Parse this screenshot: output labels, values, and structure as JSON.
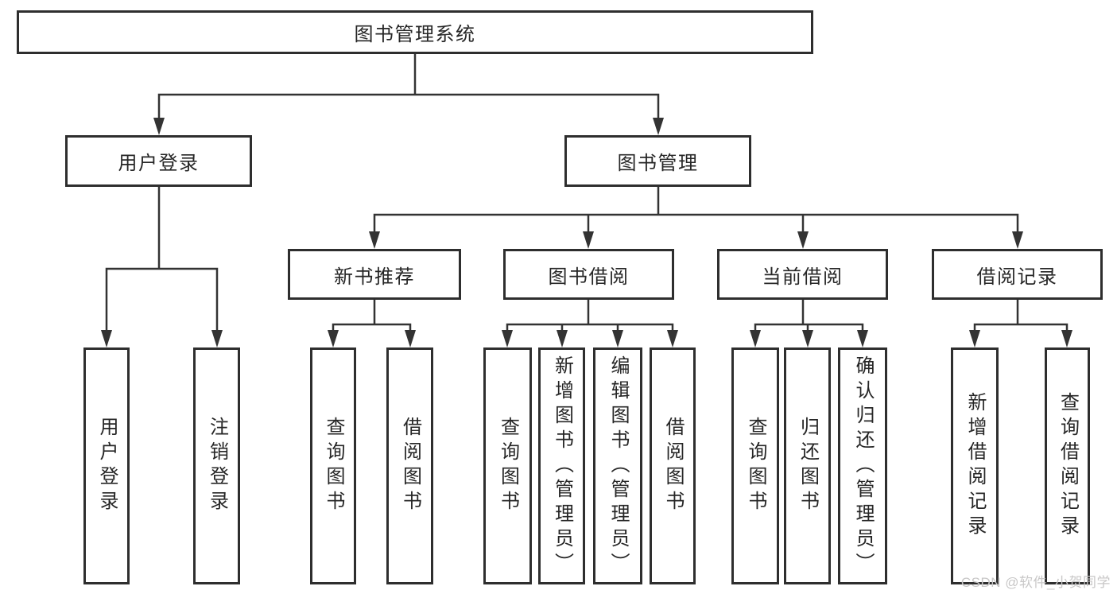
{
  "diagram": {
    "root": {
      "label": "图书管理系统"
    },
    "branches": [
      {
        "label": "用户登录",
        "leaves": [
          "用户登录",
          "注销登录"
        ]
      },
      {
        "label": "图书管理",
        "children": [
          {
            "label": "新书推荐",
            "leaves": [
              "查询图书",
              "借阅图书"
            ]
          },
          {
            "label": "图书借阅",
            "leaves": [
              "查询图书",
              "新增图书（管理员）",
              "编辑图书（管理员）",
              "借阅图书"
            ]
          },
          {
            "label": "当前借阅",
            "leaves": [
              "查询图书",
              "归还图书",
              "确认归还（管理员）"
            ]
          },
          {
            "label": "借阅记录",
            "leaves": [
              "新增借阅记录",
              "查询借阅记录"
            ]
          }
        ]
      }
    ]
  },
  "watermark": {
    "text": "CSDN @软件_小贺同学"
  },
  "colors": {
    "line": "#333333",
    "border": "#2e2e2e",
    "text": "#262626",
    "background": "#ffffff",
    "watermark": "#c8c7c7"
  }
}
